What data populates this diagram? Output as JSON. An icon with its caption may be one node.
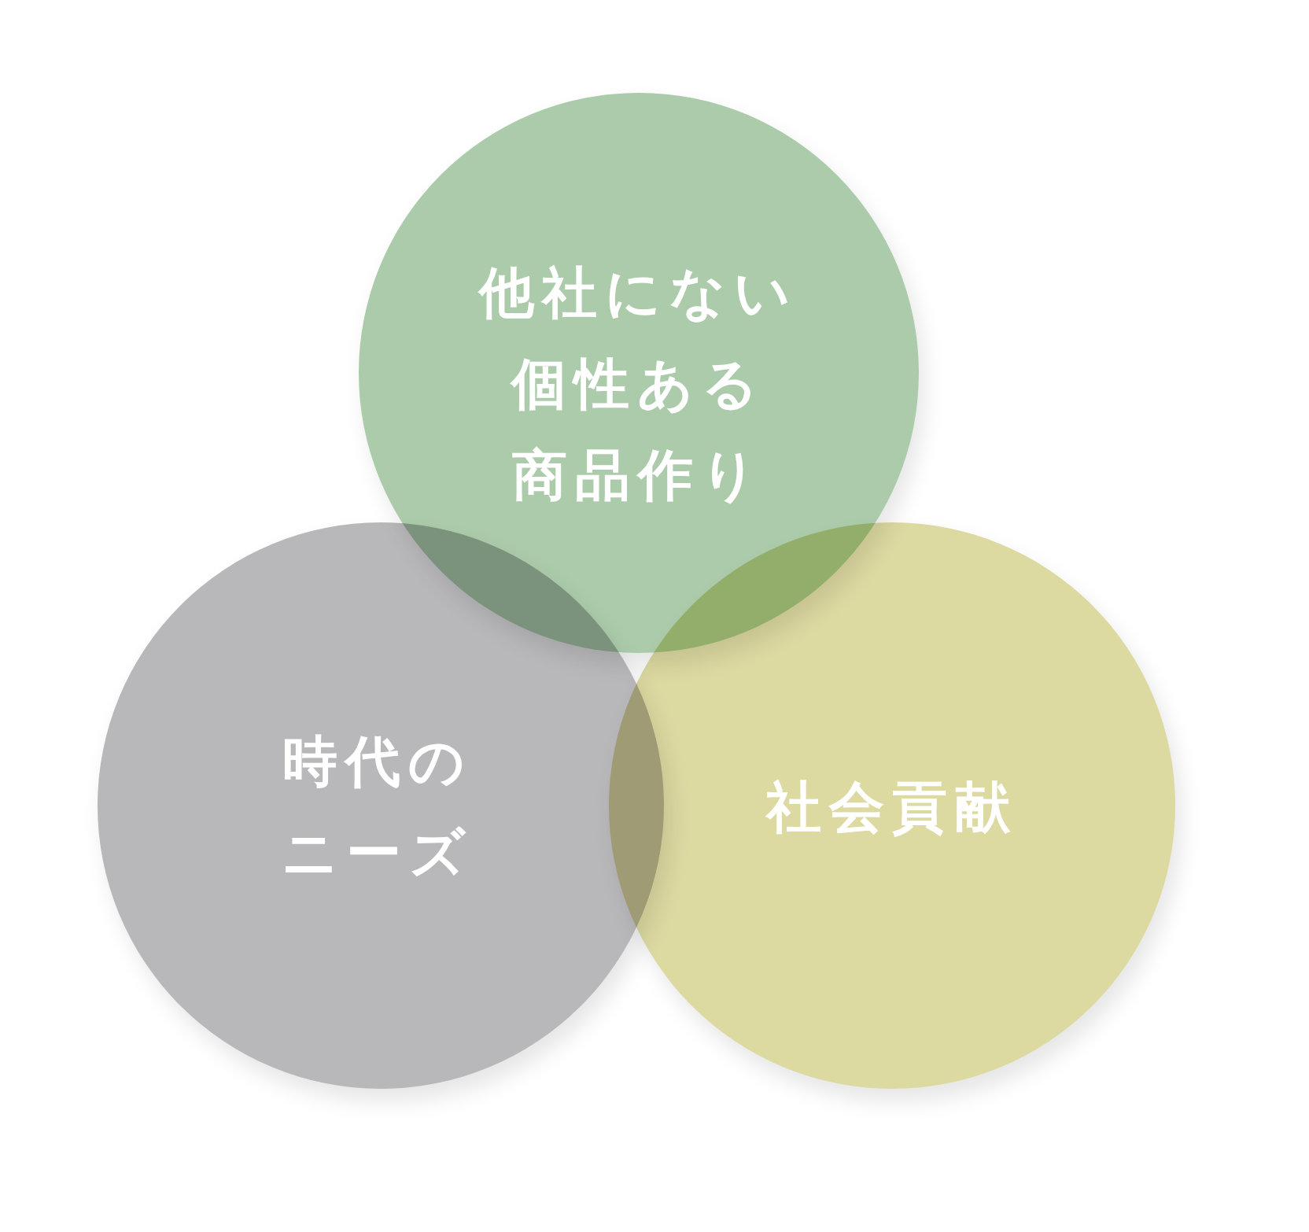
{
  "diagram": {
    "nodes": [
      {
        "text": [
          "他社にない個性ある商品作り"
        ]
      },
      {
        "text": [
          "時代のニーズ"
        ]
      },
      {
        "text": [
          "社会貢献"
        ]
      }
    ]
  }
}
